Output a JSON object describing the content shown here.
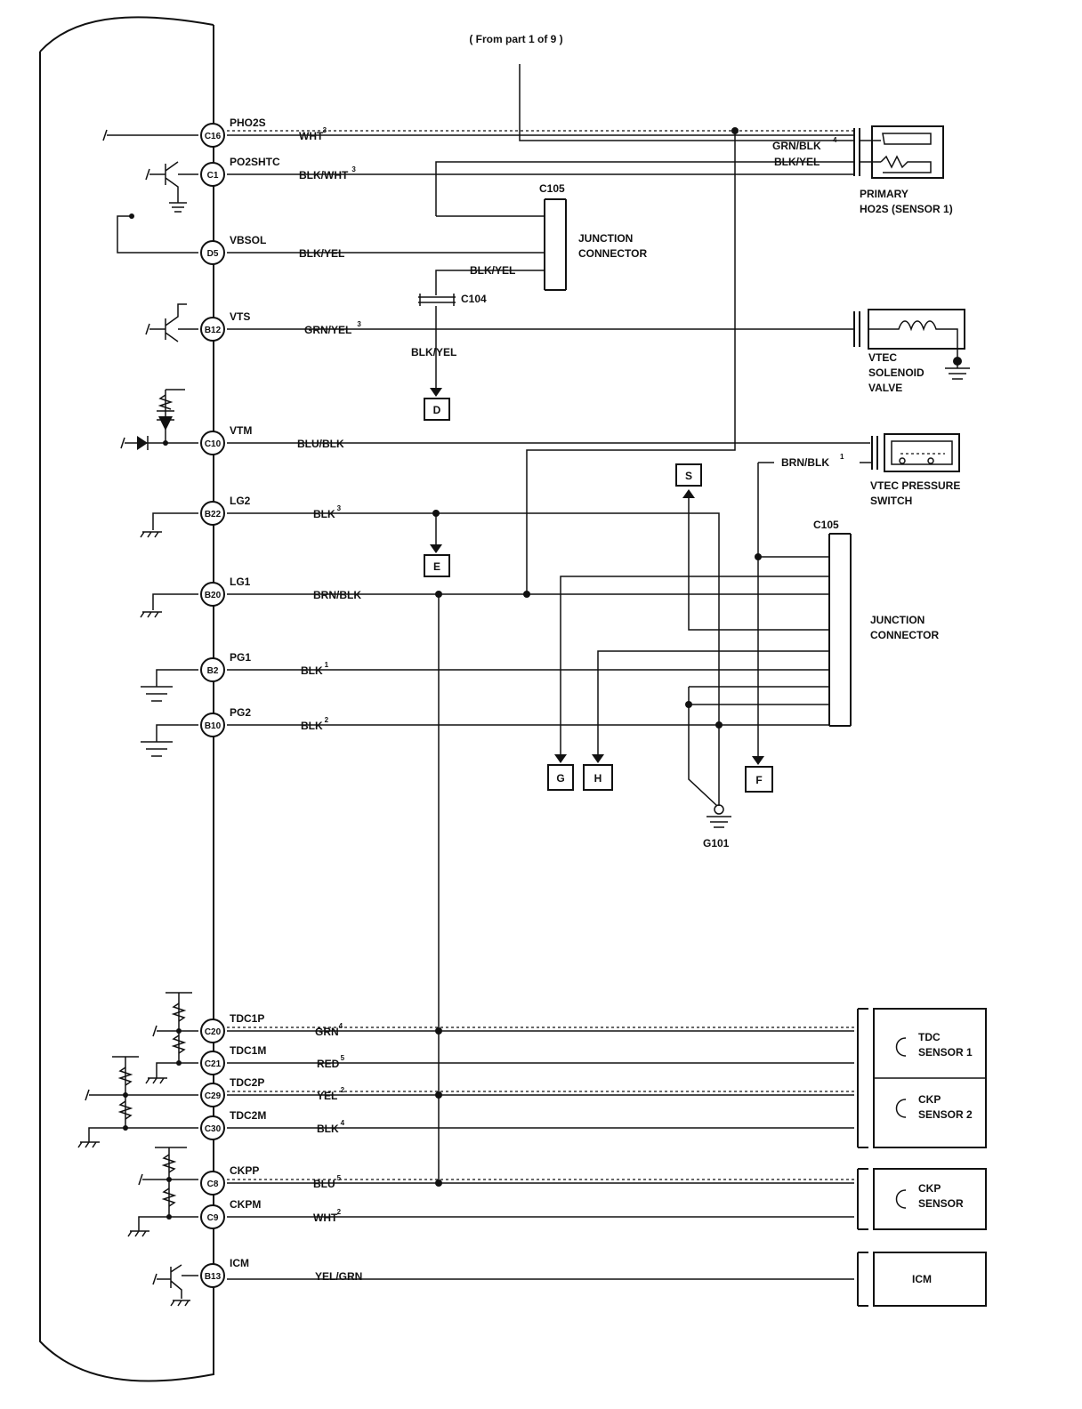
{
  "header": {
    "from_part": "( From part 1 of 9 )"
  },
  "pins": [
    {
      "id": "C16",
      "name": "PHO2S",
      "wire": "WHT",
      "sup": "3"
    },
    {
      "id": "C1",
      "name": "PO2SHTC",
      "wire": "BLK/WHT",
      "sup": "3"
    },
    {
      "id": "D5",
      "name": "VBSOL",
      "wire": "BLK/YEL",
      "sup": ""
    },
    {
      "id": "B12",
      "name": "VTS",
      "wire": "GRN/YEL",
      "sup": "3"
    },
    {
      "id": "C10",
      "name": "VTM",
      "wire": "BLU/BLK",
      "sup": ""
    },
    {
      "id": "B22",
      "name": "LG2",
      "wire": "BLK",
      "sup": "3"
    },
    {
      "id": "B20",
      "name": "LG1",
      "wire": "BRN/BLK",
      "sup": ""
    },
    {
      "id": "B2",
      "name": "PG1",
      "wire": "BLK",
      "sup": "1"
    },
    {
      "id": "B10",
      "name": "PG2",
      "wire": "BLK",
      "sup": "2"
    },
    {
      "id": "C20",
      "name": "TDC1P",
      "wire": "GRN",
      "sup": "4"
    },
    {
      "id": "C21",
      "name": "TDC1M",
      "wire": "RED",
      "sup": "5"
    },
    {
      "id": "C29",
      "name": "TDC2P",
      "wire": "YEL",
      "sup": "2"
    },
    {
      "id": "C30",
      "name": "TDC2M",
      "wire": "BLK",
      "sup": "4"
    },
    {
      "id": "C8",
      "name": "CKPP",
      "wire": "BLU",
      "sup": "5"
    },
    {
      "id": "C9",
      "name": "CKPM",
      "wire": "WHT",
      "sup": "2"
    },
    {
      "id": "B13",
      "name": "ICM",
      "wire": "YEL/GRN",
      "sup": ""
    }
  ],
  "wires": {
    "grn_blk": "GRN/BLK",
    "grn_blk_sup": "4",
    "blk_yel_ho2s": "BLK/YEL",
    "blk_yel_c104": "BLK/YEL",
    "blk_yel_down": "BLK/YEL",
    "brn_blk": "BRN/BLK",
    "brn_blk_sup": "1"
  },
  "connectors": {
    "c105_top": "C105",
    "c105_bottom": "C105",
    "c104": "C104",
    "junction_top": [
      "JUNCTION",
      "CONNECTOR"
    ],
    "junction_bottom": [
      "JUNCTION",
      "CONNECTOR"
    ]
  },
  "components": {
    "primary_ho2s": [
      "PRIMARY",
      "HO2S (SENSOR 1)"
    ],
    "vtec_solenoid": [
      "VTEC",
      "SOLENOID",
      "VALVE"
    ],
    "vtec_pressure": [
      "VTEC PRESSURE",
      "SWITCH"
    ],
    "tdc_sensor1": [
      "TDC",
      "SENSOR 1"
    ],
    "ckp_sensor2": [
      "CKP",
      "SENSOR 2"
    ],
    "ckp_sensor": [
      "CKP",
      "SENSOR"
    ],
    "icm": "ICM"
  },
  "refs": {
    "D": "D",
    "E": "E",
    "S": "S",
    "G": "G",
    "H": "H",
    "F": "F"
  },
  "ground": "G101"
}
